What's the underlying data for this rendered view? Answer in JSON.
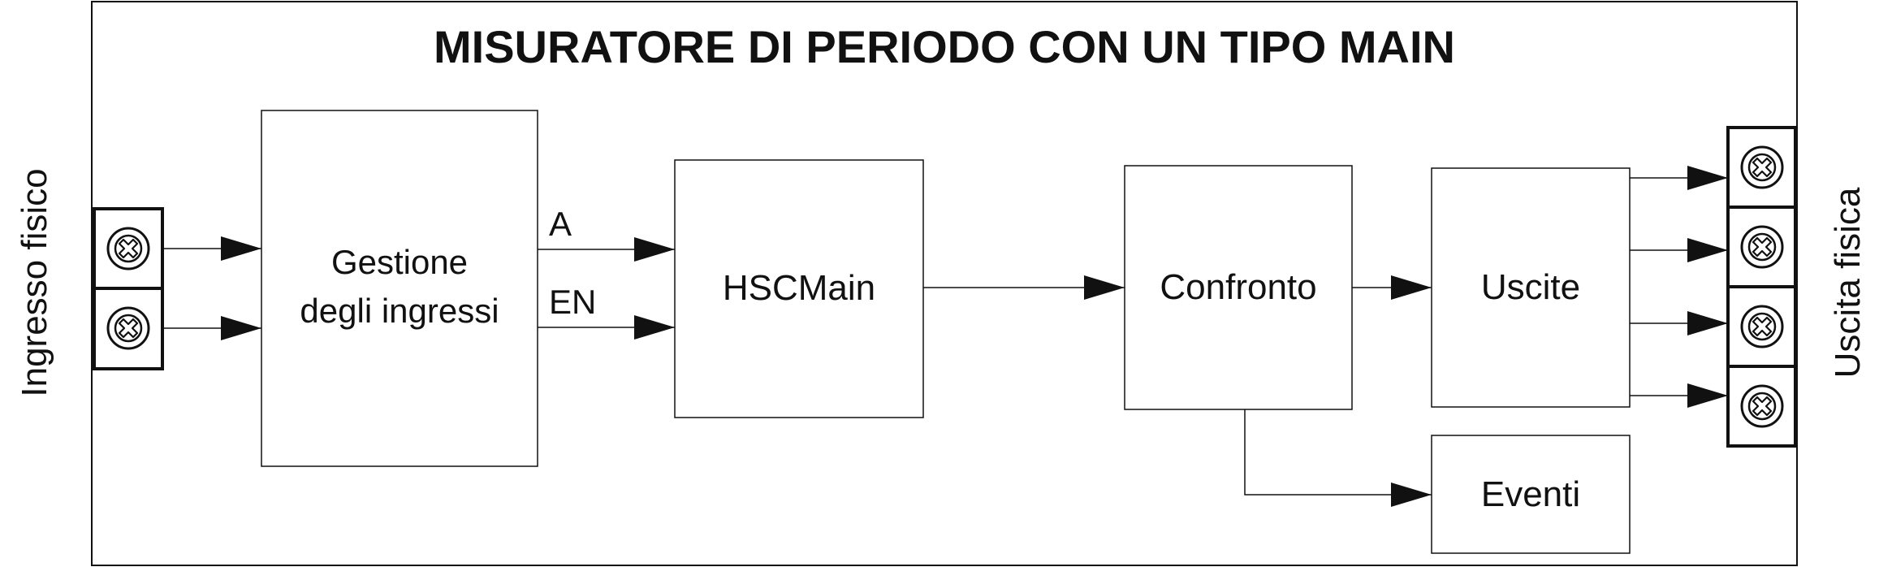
{
  "title": "MISURATORE DI PERIODO CON UN TIPO MAIN",
  "input_side_label": "Ingresso fisico",
  "output_side_label": "Uscita fisica",
  "blocks": {
    "input_mgmt": {
      "line1": "Gestione",
      "line2": "degli ingressi"
    },
    "hsc": "HSCMain",
    "compare": "Confronto",
    "outputs": "Uscite",
    "events": "Eventi"
  },
  "signals": {
    "a": "A",
    "en": "EN"
  },
  "terminal_icon": "screw-terminal-icon",
  "colors": {
    "stroke": "#111111",
    "background": "#ffffff"
  }
}
